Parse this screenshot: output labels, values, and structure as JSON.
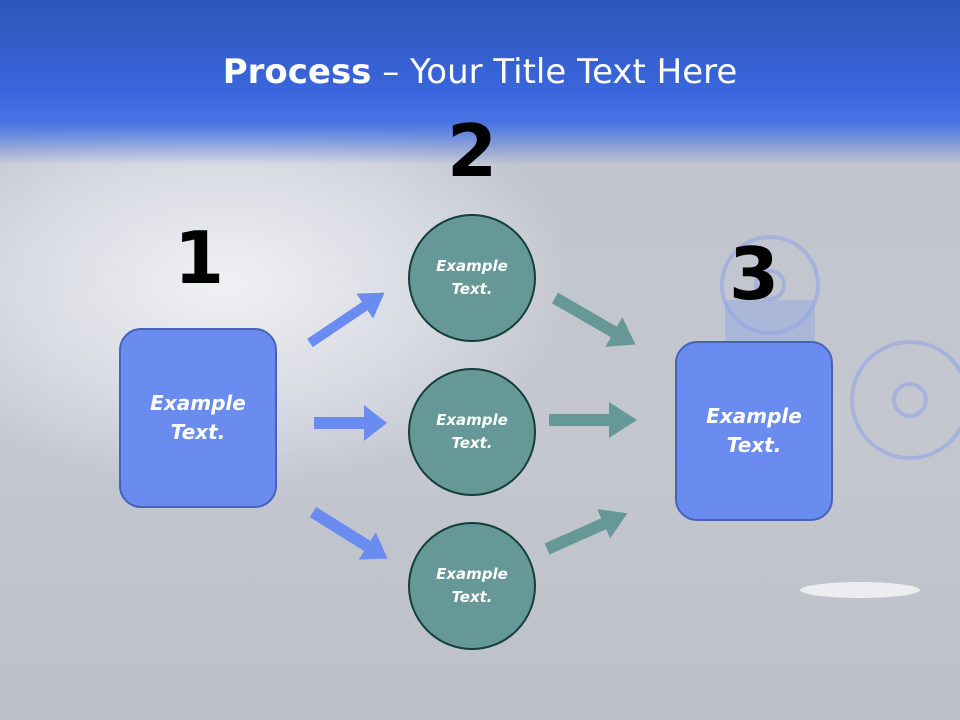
{
  "slide": {
    "title_bold": "Process",
    "title_rest": " – Your Title Text Here"
  },
  "steps": {
    "one": {
      "number": "1",
      "text": "Example Text."
    },
    "two": {
      "number": "2",
      "texts": [
        "Example Text.",
        "Example Text.",
        "Example Text."
      ]
    },
    "three": {
      "number": "3",
      "text": "Example Text."
    }
  },
  "colors": {
    "header": "#3a66dd",
    "box": "#6a8cf0",
    "circle": "#659896",
    "blue_arrow": "#6a8cf0",
    "teal_arrow": "#659896"
  }
}
